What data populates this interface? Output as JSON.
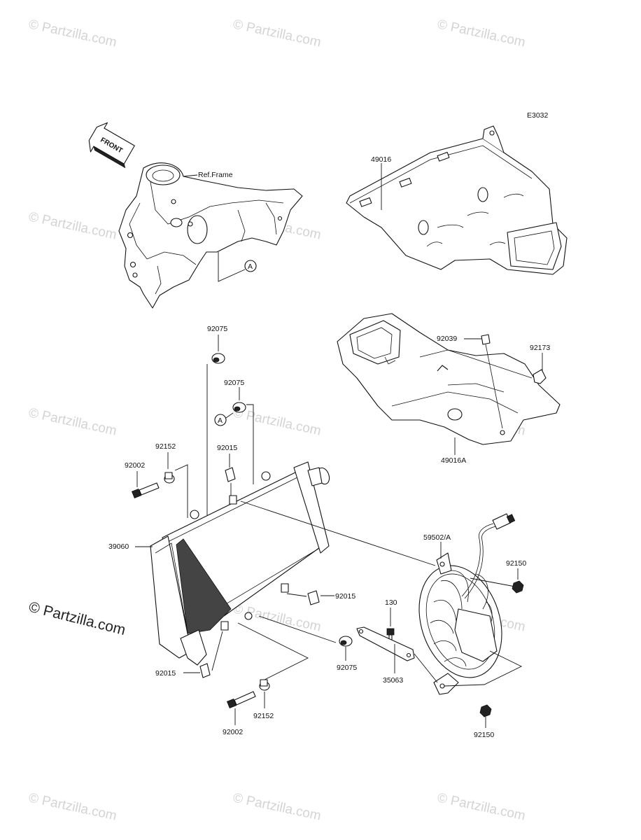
{
  "diagram_code": "E3032",
  "watermark": "© Partzilla.com",
  "front_label": "FRONT",
  "ref_frame_label": "Ref.Frame",
  "callout_a": "A",
  "part_labels": {
    "p49016": "49016",
    "p49016a": "49016A",
    "p92039": "92039",
    "p92173": "92173",
    "p92075_top": "92075",
    "p92075_mid": "92075",
    "p92075_low": "92075",
    "p92152_top": "92152",
    "p92152_low": "92152",
    "p92002_top": "92002",
    "p92002_low": "92002",
    "p92015_top": "92015",
    "p92015_right": "92015",
    "p92015_low": "92015",
    "p39060": "39060",
    "p59502a": "59502/A",
    "p92150_top": "92150",
    "p92150_low": "92150",
    "p130": "130",
    "p35063": "35063"
  }
}
